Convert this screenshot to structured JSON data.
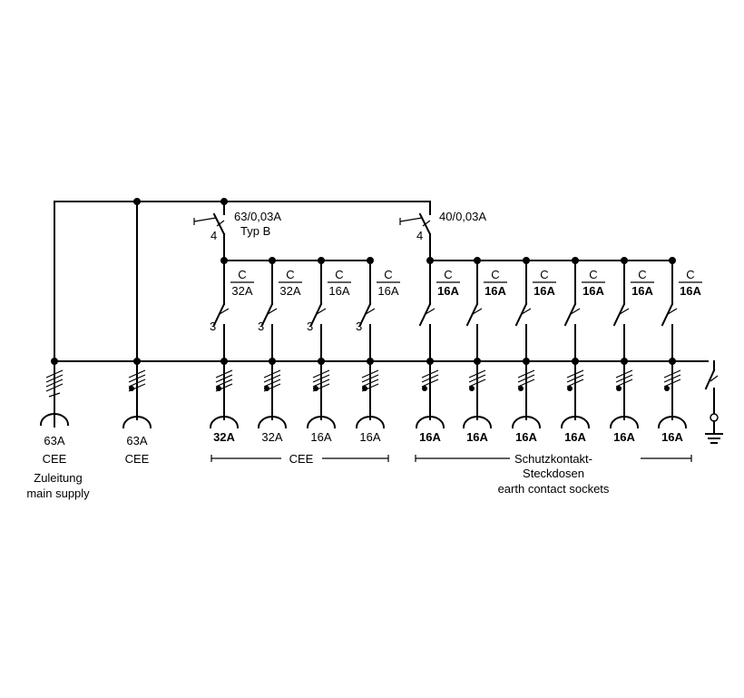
{
  "rcd1": {
    "rating": "63/0,03A",
    "type": "Typ B",
    "poles": "4"
  },
  "rcd2": {
    "rating": "40/0,03A",
    "poles": "4"
  },
  "supply": {
    "rating": "63A",
    "kind": "CEE",
    "label_de": "Zuleitung",
    "label_en": "main supply"
  },
  "outlet_63": {
    "rating": "63A",
    "kind": "CEE"
  },
  "breakers": [
    {
      "curve": "C",
      "rating": "32A"
    },
    {
      "curve": "C",
      "rating": "32A"
    },
    {
      "curve": "C",
      "rating": "16A"
    },
    {
      "curve": "C",
      "rating": "16A"
    },
    {
      "curve": "C",
      "rating": "16A"
    },
    {
      "curve": "C",
      "rating": "16A"
    },
    {
      "curve": "C",
      "rating": "16A"
    },
    {
      "curve": "C",
      "rating": "16A"
    },
    {
      "curve": "C",
      "rating": "16A"
    },
    {
      "curve": "C",
      "rating": "16A"
    }
  ],
  "breaker_poles": "3",
  "outlets": [
    "32A",
    "32A",
    "16A",
    "16A",
    "16A",
    "16A",
    "16A",
    "16A",
    "16A",
    "16A"
  ],
  "group_cee": "CEE",
  "group_schuko": {
    "line1": "Schutzkontakt-",
    "line2": "Steckdosen",
    "line3": "earth contact sockets"
  }
}
